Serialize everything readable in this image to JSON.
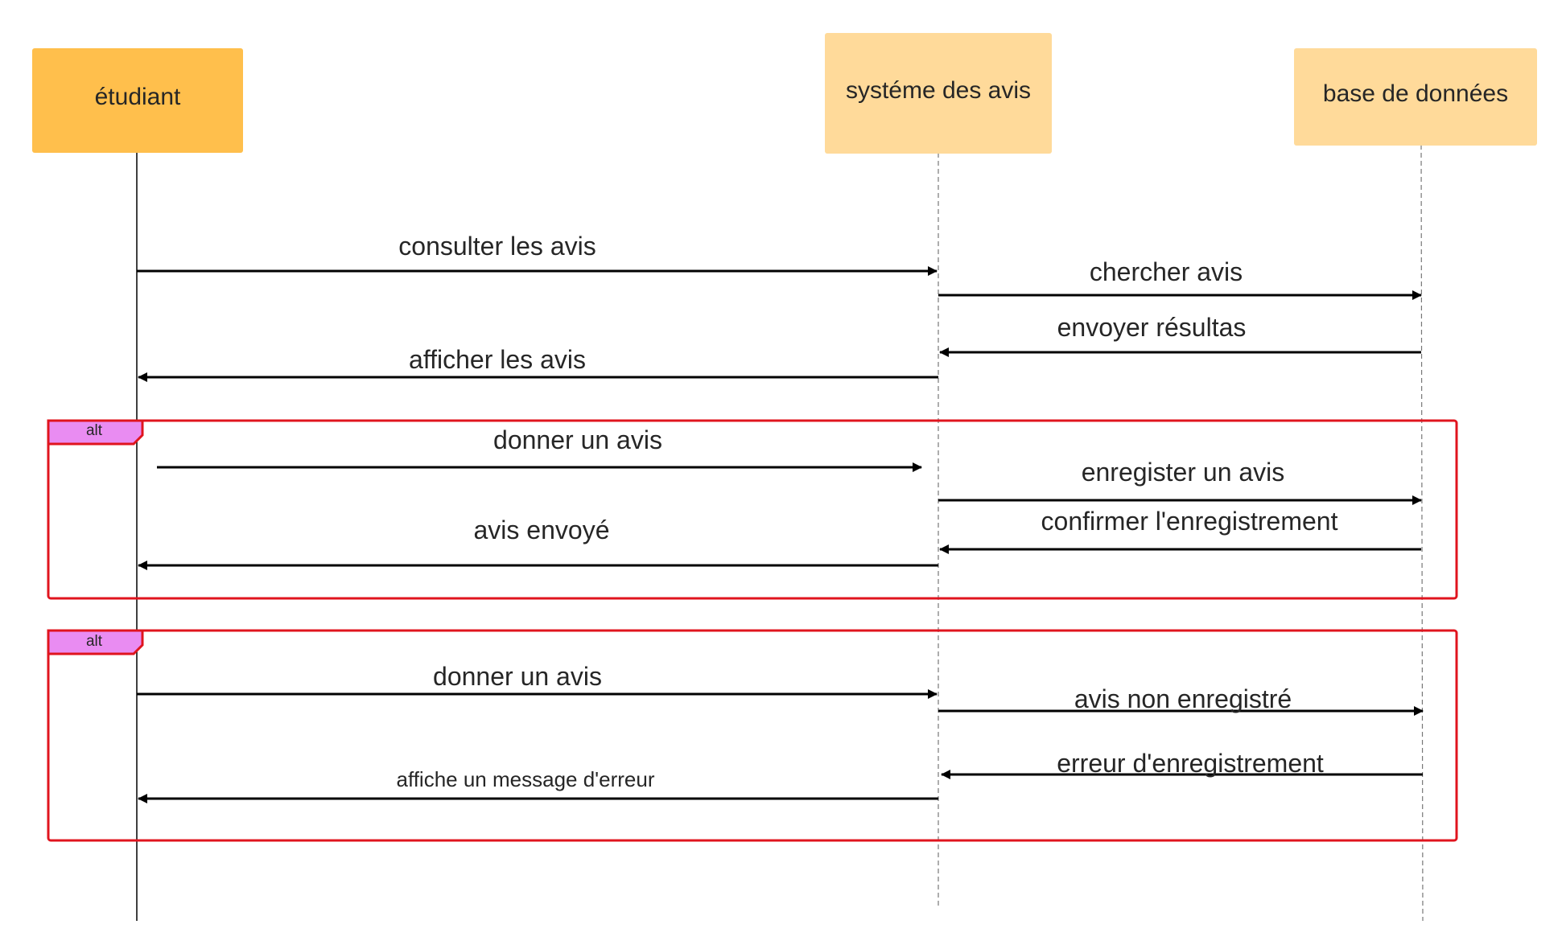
{
  "actors": [
    {
      "id": "etudiant",
      "label": "étudiant",
      "fill": "#FFBF4C"
    },
    {
      "id": "systeme",
      "label": "systéme des avis",
      "fill": "#FFDA9A"
    },
    {
      "id": "bdd",
      "label": "base de données",
      "fill": "#FFDA9A"
    }
  ],
  "messages": [
    {
      "label": "consulter les avis",
      "from": "etudiant",
      "to": "systeme"
    },
    {
      "label": "chercher avis",
      "from": "systeme",
      "to": "bdd"
    },
    {
      "label": "envoyer résultas",
      "from": "bdd",
      "to": "systeme"
    },
    {
      "label": "afficher les avis",
      "from": "systeme",
      "to": "etudiant"
    }
  ],
  "fragments": [
    {
      "tag": "alt",
      "messages": [
        {
          "label": "donner un avis",
          "from": "etudiant",
          "to": "systeme"
        },
        {
          "label": "enregister un avis",
          "from": "systeme",
          "to": "bdd"
        },
        {
          "label": "confirmer l'enregistrement",
          "from": "bdd",
          "to": "systeme"
        },
        {
          "label": "avis envoyé",
          "from": "systeme",
          "to": "etudiant"
        }
      ]
    },
    {
      "tag": "alt",
      "messages": [
        {
          "label": "donner un avis",
          "from": "etudiant",
          "to": "systeme"
        },
        {
          "label": "avis non enregistré",
          "from": "systeme",
          "to": "bdd"
        },
        {
          "label": "erreur d'enregistrement",
          "from": "bdd",
          "to": "systeme"
        },
        {
          "label": "affiche un message d'erreur",
          "from": "systeme",
          "to": "etudiant"
        }
      ]
    }
  ],
  "colors": {
    "fragment_border": "#E0141E",
    "fragment_tag": "#E98CF2",
    "line": "#000000"
  }
}
